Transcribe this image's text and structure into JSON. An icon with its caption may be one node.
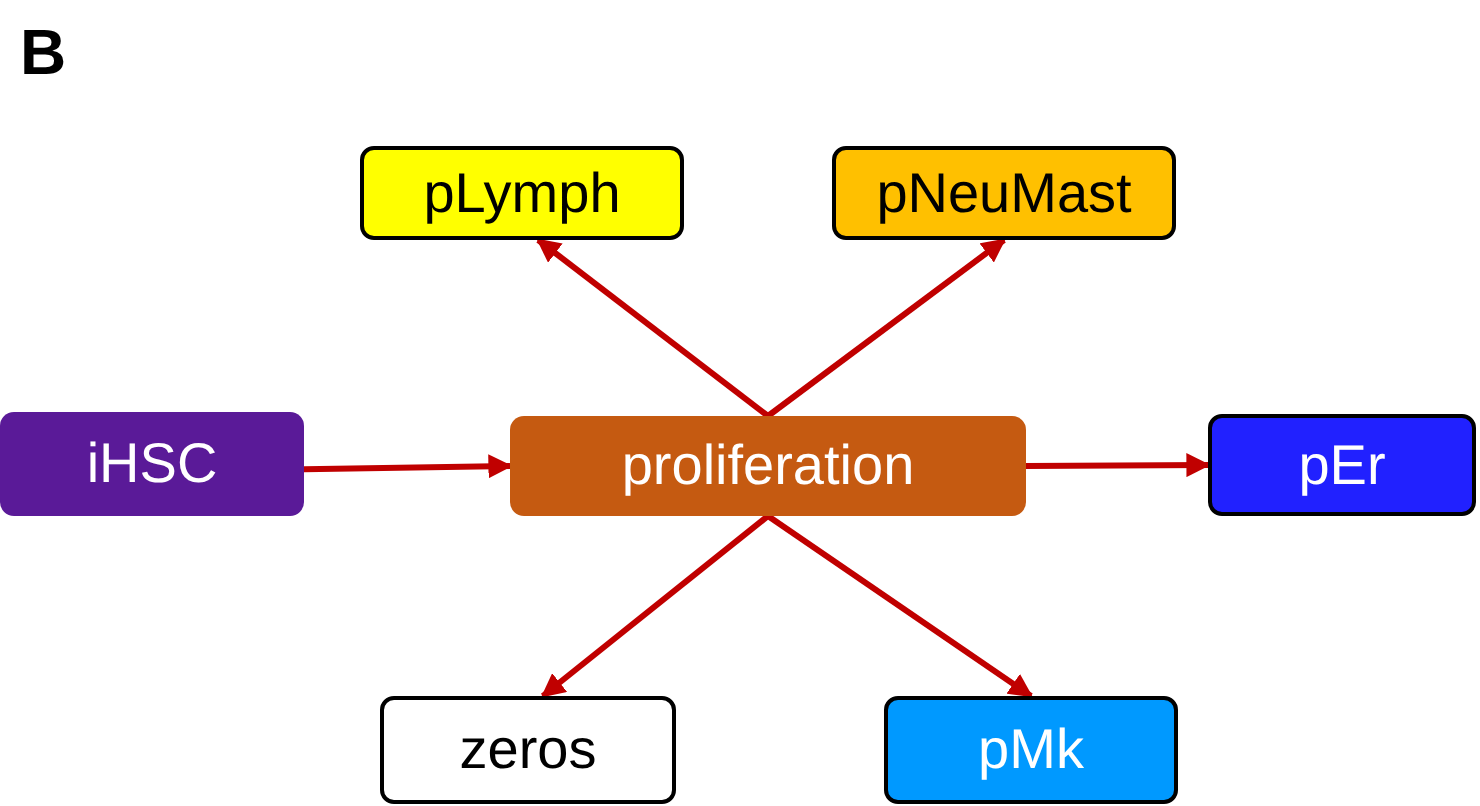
{
  "diagram": {
    "title": "B",
    "nodes": [
      {
        "text": [
          "pLymph"
        ]
      },
      {
        "text": [
          "pNeuMast"
        ]
      },
      {
        "text": [
          "iHSC"
        ]
      },
      {
        "text": [
          "proliferation"
        ]
      },
      {
        "text": [
          "pEr"
        ]
      },
      {
        "text": [
          "zeros"
        ]
      },
      {
        "text": [
          "pMk"
        ]
      }
    ],
    "edges": [
      {
        "from": 2,
        "to": 3,
        "arrow": "to"
      },
      {
        "from": 3,
        "to": 0,
        "arrow": "to"
      },
      {
        "from": 3,
        "to": 1,
        "arrow": "to"
      },
      {
        "from": 3,
        "to": 4,
        "arrow": "to"
      },
      {
        "from": 3,
        "to": 5,
        "arrow": "to"
      },
      {
        "from": 3,
        "to": 6,
        "arrow": "to"
      }
    ]
  }
}
